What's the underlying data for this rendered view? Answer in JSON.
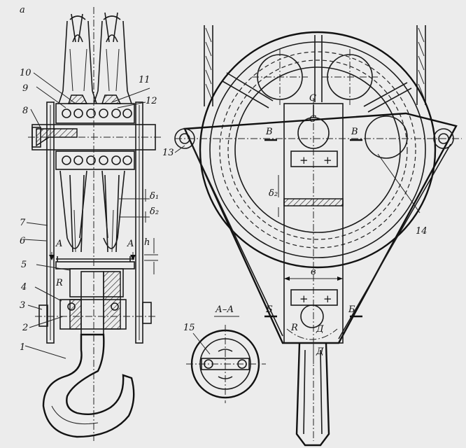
{
  "labels": {
    "fig": "а",
    "n1": "1",
    "n2": "2",
    "n3": "3",
    "n4": "4",
    "n5": "5",
    "n6": "6",
    "n7": "7",
    "n8": "8",
    "n9": "9",
    "n10": "10",
    "n11": "11",
    "n12": "12",
    "n13": "13",
    "n14": "14",
    "n15": "15",
    "secA_left": "A",
    "secA_right": "A",
    "secAA": "А–А",
    "R_left": "R",
    "R_right": "R",
    "h": "h",
    "d1": "δ₁",
    "d2": "δ₂",
    "d2b": "δ₂",
    "C_top": "C",
    "C_mid": "C",
    "B_left": "В",
    "B_right": "В",
    "b_dim": "в",
    "Bb_left": "Б",
    "Bb_right": "Б",
    "D_right": "Д",
    "D_bottom": "Д"
  }
}
